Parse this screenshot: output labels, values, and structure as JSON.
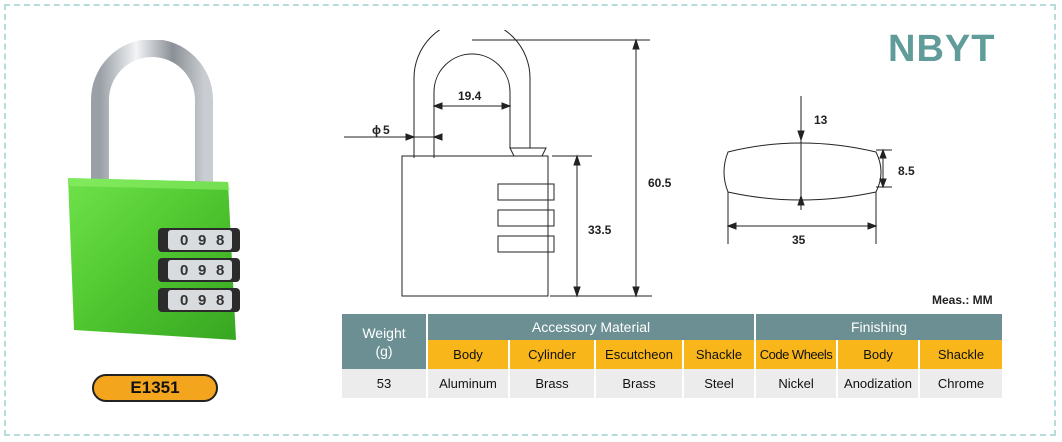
{
  "brand": "NBYT",
  "model": "E1351",
  "dims": {
    "shackle_width": "19.4",
    "shackle_diameter": "5",
    "total_height": "60.5",
    "body_height": "33.5",
    "thickness_min": "13",
    "thickness_max": "8.5",
    "body_width": "35"
  },
  "measure_unit": "Meas.: MM",
  "dial_digits": [
    "0",
    "9",
    "8"
  ],
  "table": {
    "weight_label_line1": "Weight",
    "weight_label_line2": "(g)",
    "accessory_header": "Accessory Material",
    "finishing_header": "Finishing",
    "accessory_cols": [
      "Body",
      "Cylinder",
      "Escutcheon",
      "Shackle"
    ],
    "finishing_cols": [
      "Code Wheels",
      "Body",
      "Shackle"
    ],
    "weight": "53",
    "accessory_values": [
      "Aluminum",
      "Brass",
      "Brass",
      "Steel"
    ],
    "finishing_values": [
      "Nickel",
      "Anodization",
      "Chrome"
    ]
  },
  "colors": {
    "lock_body": "#5fd33b",
    "header_band": "#6b8f92",
    "subheader_band": "#f8b61a",
    "brand_text": "#5f9c9a"
  }
}
